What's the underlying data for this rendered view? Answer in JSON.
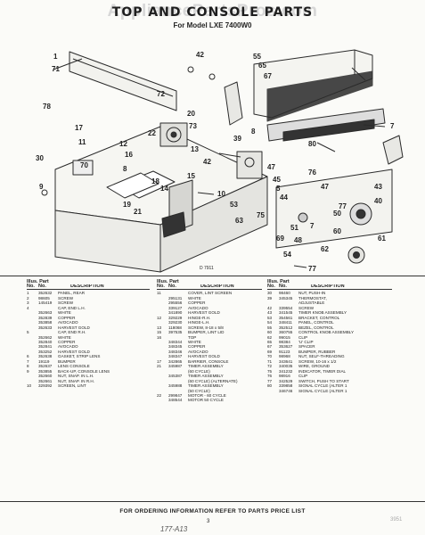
{
  "watermark": "AppliancePartsPros.com",
  "title": "TOP AND CONSOLE PARTS",
  "model": "For Model LXE 7400W0",
  "diagram_number": "D 7911",
  "callouts": [
    "1",
    "71",
    "42",
    "55",
    "65",
    "67",
    "78",
    "17",
    "11",
    "72",
    "20",
    "22",
    "73",
    "12",
    "16",
    "8",
    "70",
    "30",
    "10",
    "15",
    "9",
    "13",
    "18",
    "14",
    "19",
    "21",
    "42",
    "39",
    "7",
    "80",
    "8",
    "53",
    "63",
    "76",
    "47",
    "45",
    "5",
    "44",
    "43",
    "40",
    "47",
    "77",
    "7",
    "50",
    "75",
    "51",
    "69",
    "48",
    "60",
    "62",
    "54",
    "61",
    "77"
  ],
  "header_labels": {
    "illus": "Illus.",
    "part": "Part",
    "no": "No.",
    "no2": "No.",
    "description": "DESCRIPTION"
  },
  "columns": [
    [
      {
        "illus": "1",
        "part": "352632",
        "desc": "PANEL, REAR"
      },
      {
        "illus": "2",
        "part": "98605",
        "desc": "SCREW"
      },
      {
        "illus": "3",
        "part": "145419",
        "desc": "SCREW"
      },
      {
        "illus": "4",
        "part": "",
        "desc": "CAP, END L.H."
      },
      {
        "illus": "",
        "part": "352663",
        "desc": "WHITE"
      },
      {
        "illus": "",
        "part": "352839",
        "desc": "COPPER"
      },
      {
        "illus": "",
        "part": "353858",
        "desc": "AVOCADO"
      },
      {
        "illus": "",
        "part": "352633",
        "desc": "HARVEST GOLD"
      },
      {
        "illus": "5",
        "part": "",
        "desc": "CAP, END R.H."
      },
      {
        "illus": "",
        "part": "352662",
        "desc": "WHITE"
      },
      {
        "illus": "",
        "part": "352840",
        "desc": "COPPER"
      },
      {
        "illus": "",
        "part": "352841",
        "desc": "AVOCADO"
      },
      {
        "illus": "",
        "part": "353252",
        "desc": "HARVEST GOLD"
      },
      {
        "illus": "6",
        "part": "352638",
        "desc": "GASKET, STRIP LENS"
      },
      {
        "illus": "7",
        "part": "19119",
        "desc": "BUMPER"
      },
      {
        "illus": "8",
        "part": "352637",
        "desc": "LENS CONSOLE"
      },
      {
        "illus": "9",
        "part": "353855",
        "desc": "BACK-UP, CONSOLE LENS"
      },
      {
        "illus": "",
        "part": "352660",
        "desc": "NUT, SNAP. IN L.H."
      },
      {
        "illus": "",
        "part": "352661",
        "desc": "NUT, SNAP. IN R.H."
      },
      {
        "illus": "10",
        "part": "329392",
        "desc": "SCREEN, LINT"
      }
    ],
    [
      {
        "illus": "11",
        "part": "",
        "desc": "COVER, LINT SCREEN"
      },
      {
        "illus": "",
        "part": "295131",
        "desc": "WHITE"
      },
      {
        "illus": "",
        "part": "295556",
        "desc": "COPPER"
      },
      {
        "illus": "",
        "part": "339127",
        "desc": "AVOCADO"
      },
      {
        "illus": "",
        "part": "341890",
        "desc": "HARVEST GOLD"
      },
      {
        "illus": "12",
        "part": "329229",
        "desc": "HINGE-R.H."
      },
      {
        "illus": "",
        "part": "329230",
        "desc": "HINGE-L.H."
      },
      {
        "illus": "13",
        "part": "118068",
        "desc": "SCREW, 8-18 x 5/8"
      },
      {
        "illus": "15",
        "part": "397535",
        "desc": "BUMPER, LINT LID"
      },
      {
        "illus": "16",
        "part": "",
        "desc": "TOP"
      },
      {
        "illus": "",
        "part": "348344",
        "desc": "WHITE"
      },
      {
        "illus": "",
        "part": "348345",
        "desc": "COPPER"
      },
      {
        "illus": "",
        "part": "348346",
        "desc": "AVOCADO"
      },
      {
        "illus": "",
        "part": "348347",
        "desc": "HARVEST GOLD"
      },
      {
        "illus": "17",
        "part": "342865",
        "desc": "BARRIER, CONSOLE"
      },
      {
        "illus": "21",
        "part": "345987",
        "desc": "TIMER ASSEMBLY"
      },
      {
        "illus": "",
        "part": "",
        "desc": "(60 CYCLE)"
      },
      {
        "illus": "",
        "part": "345387",
        "desc": "TIMER ASSEMBLY"
      },
      {
        "illus": "",
        "part": "",
        "desc": "(60 CYCLE) (ALTERNATE)"
      },
      {
        "illus": "",
        "part": "345988",
        "desc": "TIMER ASSEMBLY"
      },
      {
        "illus": "",
        "part": "",
        "desc": "(50 CYCLE)"
      },
      {
        "illus": "22",
        "part": "299847",
        "desc": "MOTOR - 60 CYCLE"
      },
      {
        "illus": "",
        "part": "348544",
        "desc": "MOTOR 50 CYCLE"
      }
    ],
    [
      {
        "illus": "30",
        "part": "98460",
        "desc": "NUT, PUSH-IN"
      },
      {
        "illus": "39",
        "part": "345345",
        "desc": "THERMOSTAT,"
      },
      {
        "illus": "",
        "part": "",
        "desc": "ADJUSTABLE"
      },
      {
        "illus": "42",
        "part": "339554",
        "desc": "SCREW"
      },
      {
        "illus": "43",
        "part": "341545",
        "desc": "TIMER KNOB ASSEMBLY"
      },
      {
        "illus": "53",
        "part": "354561",
        "desc": "BRACKET, CONTROL"
      },
      {
        "illus": "54",
        "part": "348411",
        "desc": "PANEL, CONTROL"
      },
      {
        "illus": "55",
        "part": "352512",
        "desc": "BEZEL, CONTROL"
      },
      {
        "illus": "60",
        "part": "360755",
        "desc": "CONTROL KNOB ASSEMBLY"
      },
      {
        "illus": "62",
        "part": "99015",
        "desc": "CLIP"
      },
      {
        "illus": "65",
        "part": "98384",
        "desc": "'U' CLIP"
      },
      {
        "illus": "67",
        "part": "353627",
        "desc": "SPACER"
      },
      {
        "illus": "69",
        "part": "91123",
        "desc": "BUMPER, RUBBER"
      },
      {
        "illus": "70",
        "part": "98968",
        "desc": "NUT, SELF-THREADING"
      },
      {
        "illus": "71",
        "part": "343641",
        "desc": "SCREW, 10-16 x 1/2"
      },
      {
        "illus": "72",
        "part": "340035",
        "desc": "WIRE, GROUND"
      },
      {
        "illus": "75",
        "part": "341232",
        "desc": "INDICATOR, TIMER DIAL"
      },
      {
        "illus": "76",
        "part": "98916",
        "desc": "CLIP"
      },
      {
        "illus": "77",
        "part": "342529",
        "desc": "SWITCH, PUSH TO START"
      },
      {
        "illus": "80",
        "part": "339858",
        "desc": "SIGNAL CYCLE (ALTER 1"
      },
      {
        "illus": "",
        "part": "346746",
        "desc": "SIGNAL CYCLE (ALTER 1"
      }
    ]
  ],
  "footer_text": "FOR ORDERING INFORMATION REFER TO PARTS PRICE LIST",
  "page_number": "3",
  "handwritten_code": "177-A13",
  "ref_mark": "3951"
}
